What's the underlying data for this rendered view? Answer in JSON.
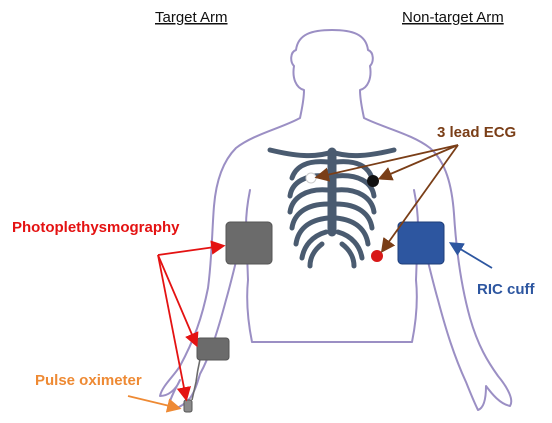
{
  "headers": {
    "target_arm": "Target Arm",
    "non_target_arm": "Non-target Arm"
  },
  "labels": {
    "ecg": "3 lead ECG",
    "ppg": "Photoplethysmography",
    "ric_cuff": "RIC cuff",
    "pulse_oximeter": "Pulse oximeter"
  },
  "colors": {
    "body_outline": "#9b8fc4",
    "ribcage": "#4a5b70",
    "ecg": "#7a3e17",
    "ppg": "#e41212",
    "ric_cuff": "#2d56a0",
    "pulse_oximeter": "#ee8a34",
    "cuff_gray": "#6b6b6b",
    "electrode_black": "#111111",
    "electrode_red": "#d81818"
  }
}
